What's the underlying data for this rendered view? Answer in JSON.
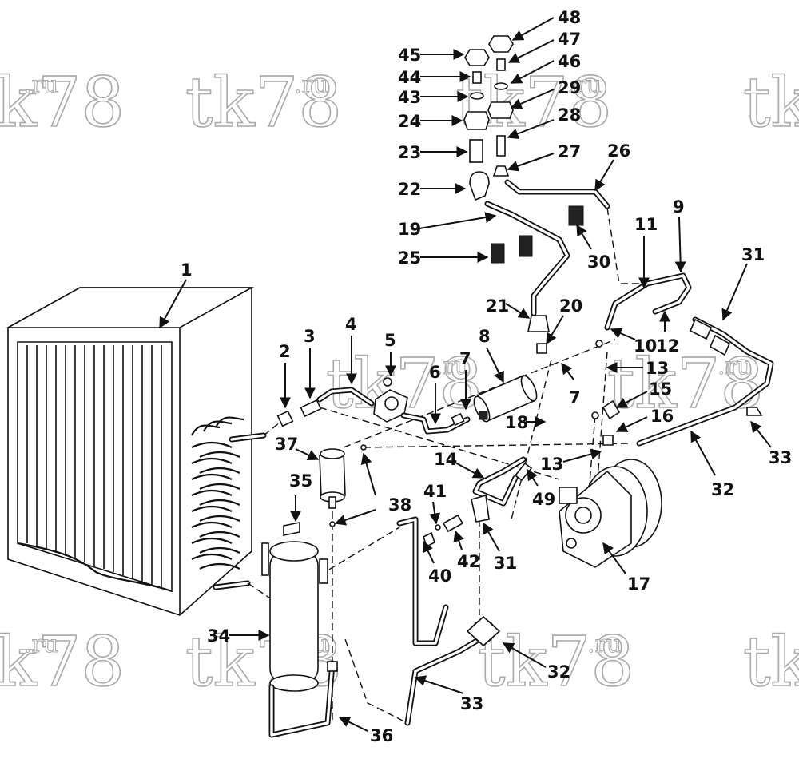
{
  "watermark": {
    "text": "tk78",
    "suffix": ".ru"
  },
  "callouts": [
    "1",
    "2",
    "3",
    "4",
    "5",
    "6",
    "7",
    "8",
    "7",
    "9",
    "10",
    "11",
    "12",
    "13",
    "13",
    "14",
    "15",
    "16",
    "17",
    "18",
    "19",
    "20",
    "21",
    "22",
    "23",
    "24",
    "25",
    "26",
    "27",
    "28",
    "29",
    "30",
    "31",
    "31",
    "32",
    "32",
    "33",
    "33",
    "34",
    "35",
    "36",
    "37",
    "38",
    "40",
    "41",
    "42",
    "43",
    "44",
    "45",
    "46",
    "47",
    "48",
    "49"
  ]
}
